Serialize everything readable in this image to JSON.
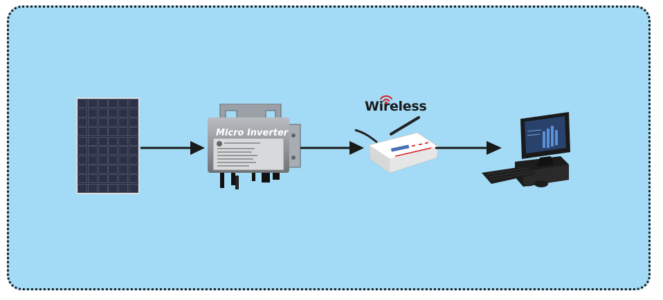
{
  "diagram": {
    "nodes": [
      {
        "id": "solar-panel",
        "icon": "solar-panel-icon"
      },
      {
        "id": "micro-inverter",
        "icon": "micro-inverter-icon",
        "label": "Micro Inverter"
      },
      {
        "id": "wireless-router",
        "icon": "wireless-router-icon",
        "label": "Wireless"
      },
      {
        "id": "desktop-computer",
        "icon": "desktop-computer-icon"
      }
    ],
    "edges": [
      {
        "from": "solar-panel",
        "to": "micro-inverter"
      },
      {
        "from": "micro-inverter",
        "to": "wireless-router"
      },
      {
        "from": "wireless-router",
        "to": "desktop-computer"
      }
    ]
  },
  "colors": {
    "background": "#a3daf5",
    "border": "#1a1a1a",
    "arrow": "#1a1a1a",
    "panel_cell": "#1f2233",
    "inverter_body": "#8c8f93",
    "router_body": "#ffffff",
    "router_led": "#d81e1e"
  }
}
